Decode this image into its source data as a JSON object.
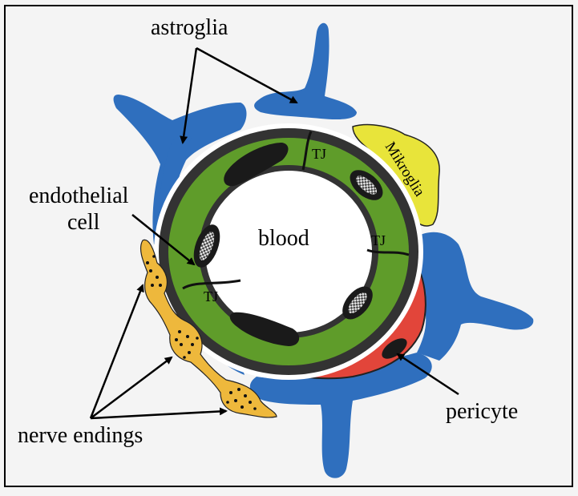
{
  "labels": {
    "astroglia": "astroglia",
    "endothelial_line1": "endothelial",
    "endothelial_line2": "cell",
    "blood": "blood",
    "mikroglia": "Mikroglia",
    "tj_top": "TJ",
    "tj_right": "TJ",
    "tj_left": "TJ",
    "pericyte": "pericyte",
    "nerve_endings": "nerve endings"
  },
  "colors": {
    "background": "#f4f4f4",
    "frame": "#000000",
    "astroglia": "#2f6fbe",
    "endothelium": "#5f9c2a",
    "membrane": "#333333",
    "nucleus": "#1a1a1a",
    "mikroglia": "#e8e43a",
    "pericyte": "#e2453a",
    "nerve": "#eeb83c"
  }
}
